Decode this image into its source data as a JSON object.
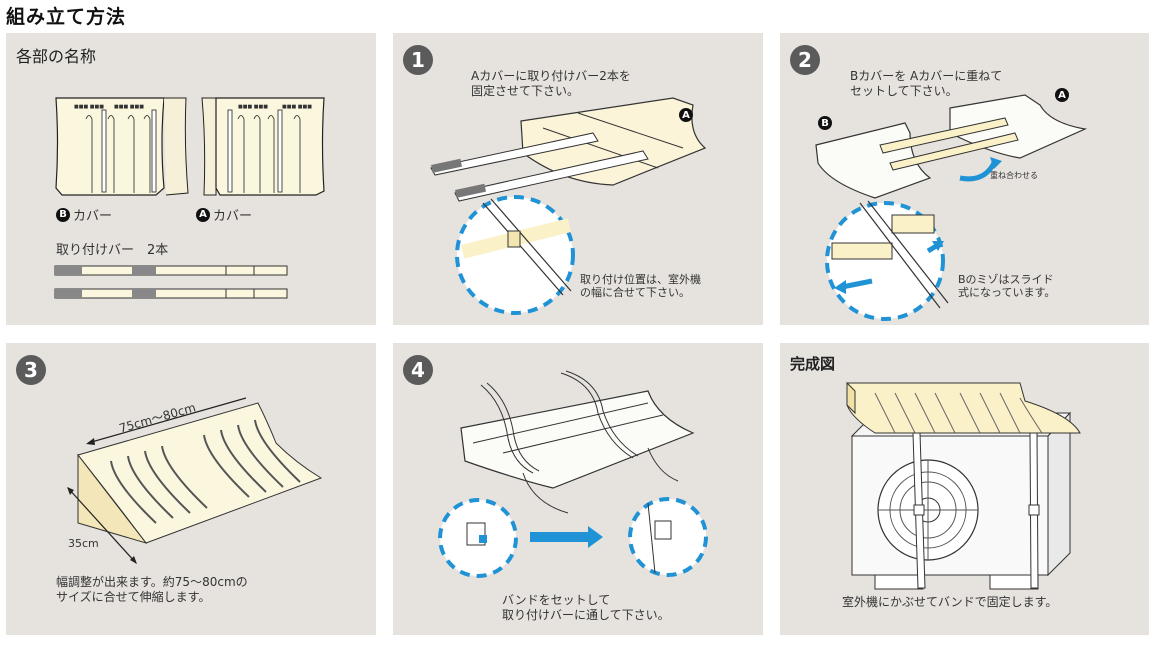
{
  "page": {
    "title": "組み立て方法"
  },
  "parts_panel": {
    "heading": "各部の名称",
    "cover_b": {
      "badge": "B",
      "label": "カバー"
    },
    "cover_a": {
      "badge": "A",
      "label": "カバー"
    },
    "bar_label": "取り付けバー　2本"
  },
  "steps": [
    {
      "number": "1",
      "instruction": "Aカバーに取り付けバー2本を\n固定させて下さい。",
      "part_badge": "A",
      "note": "取り付け位置は、室外機\nの幅に合せて下さい。"
    },
    {
      "number": "2",
      "instruction": "Bカバーを Aカバーに重ねて\nセットして下さい。",
      "part_badges": [
        "B",
        "A"
      ],
      "arrow_label": "重ね合わせる",
      "note": "Bのミゾはスライド\n式になっています。"
    },
    {
      "number": "3",
      "width_label": "75cm〜80cm",
      "depth_label": "35cm",
      "note": "幅調整が出来ます。約75〜80cmの\nサイズに合せて伸縮します。"
    },
    {
      "number": "4",
      "note": "バンドをセットして\n取り付けバーに通して下さい。"
    }
  ],
  "complete_panel": {
    "heading": "完成図",
    "note": "室外機にかぶせてバンドで固定します。"
  },
  "colors": {
    "panel_bg": "#e6e3df",
    "cover_cream": "#fbf7df",
    "cover_shade": "#f3e9c2",
    "badge_gray": "#5b5b5b",
    "dashed_blue": "#1f93d6"
  }
}
